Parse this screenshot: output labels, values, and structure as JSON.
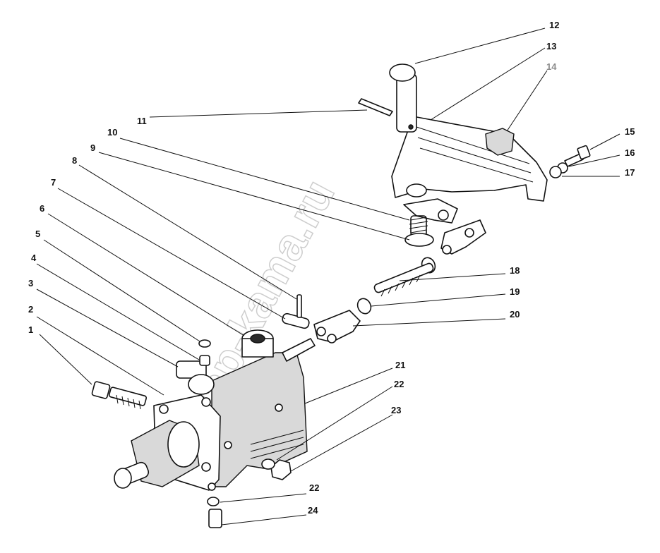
{
  "diagram": {
    "watermark": "zap-kama.ru",
    "callouts": [
      {
        "id": "1",
        "label": "1",
        "tone": "#111111"
      },
      {
        "id": "2",
        "label": "2",
        "tone": "#111111"
      },
      {
        "id": "3",
        "label": "3",
        "tone": "#111111"
      },
      {
        "id": "4",
        "label": "4",
        "tone": "#111111"
      },
      {
        "id": "5",
        "label": "5",
        "tone": "#111111"
      },
      {
        "id": "6",
        "label": "6",
        "tone": "#111111"
      },
      {
        "id": "7",
        "label": "7",
        "tone": "#111111"
      },
      {
        "id": "8",
        "label": "8",
        "tone": "#111111"
      },
      {
        "id": "9",
        "label": "9",
        "tone": "#111111"
      },
      {
        "id": "10",
        "label": "10",
        "tone": "#111111"
      },
      {
        "id": "11",
        "label": "11",
        "tone": "#111111"
      },
      {
        "id": "12",
        "label": "12",
        "tone": "#111111"
      },
      {
        "id": "13",
        "label": "13",
        "tone": "#111111"
      },
      {
        "id": "14",
        "label": "14",
        "tone": "#8a8a8a"
      },
      {
        "id": "15",
        "label": "15",
        "tone": "#111111"
      },
      {
        "id": "16",
        "label": "16",
        "tone": "#111111"
      },
      {
        "id": "17",
        "label": "17",
        "tone": "#111111"
      },
      {
        "id": "18",
        "label": "18",
        "tone": "#111111"
      },
      {
        "id": "19",
        "label": "19",
        "tone": "#111111"
      },
      {
        "id": "20",
        "label": "20",
        "tone": "#111111"
      },
      {
        "id": "21",
        "label": "21",
        "tone": "#111111"
      },
      {
        "id": "22a",
        "label": "22",
        "tone": "#111111"
      },
      {
        "id": "23",
        "label": "23",
        "tone": "#111111"
      },
      {
        "id": "22b",
        "label": "22",
        "tone": "#111111"
      },
      {
        "id": "24",
        "label": "24",
        "tone": "#111111"
      }
    ]
  }
}
